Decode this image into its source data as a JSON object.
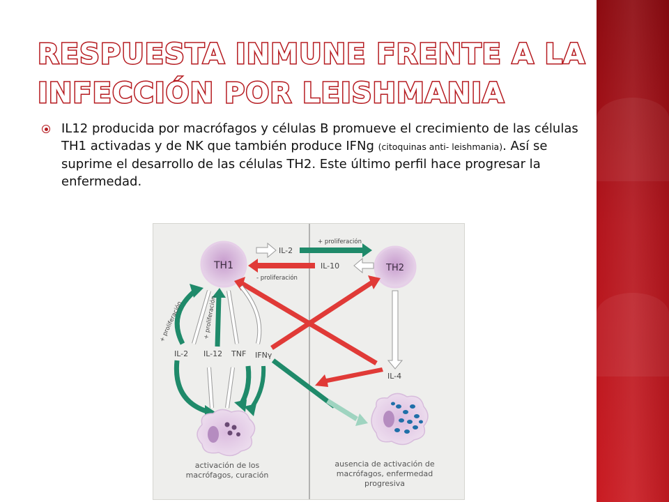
{
  "slide": {
    "title_line1": "RESPUESTA INMUNE FRENTE A LA",
    "title_line2": "INFECCIÓN POR LEISHMANIA",
    "bullet": {
      "part1": "IL12 producida por macrófagos y células B promueve el crecimiento de las células TH1 activadas y de NK  que también produce IFNg ",
      "small": "(citoquinas anti- leishmania)",
      "part2": ". Así se suprime el desarrollo de las células TH2. Este último perfil hace progresar la enfermedad."
    },
    "colors": {
      "accent_red": "#b51a1f",
      "sidebar_red": "#a8121a",
      "arrow_green": "#1f8a6a",
      "arrow_red": "#e03a37",
      "cell_purple": "#c9a6cf"
    }
  },
  "diagram": {
    "th1": "TH1",
    "th2": "TH2",
    "il2_top": "IL-2",
    "il10": "IL-10",
    "prolif_plus_top": "+ proliferación",
    "prolif_minus": "- proliferación",
    "prolif_plus_left": "+ proliferación",
    "prolif_plus_mid": "+ proliferación",
    "il2_left": "IL-2",
    "il12": "IL-12",
    "tnf": "TNF",
    "ifn": "IFNγ",
    "il4": "IL-4",
    "caption_left_1": "activación de los",
    "caption_left_2": "macrófagos, curación",
    "caption_right_1": "ausencia de activación de",
    "caption_right_2": "macrófagos, enfermedad",
    "caption_right_3": "progresiva"
  }
}
